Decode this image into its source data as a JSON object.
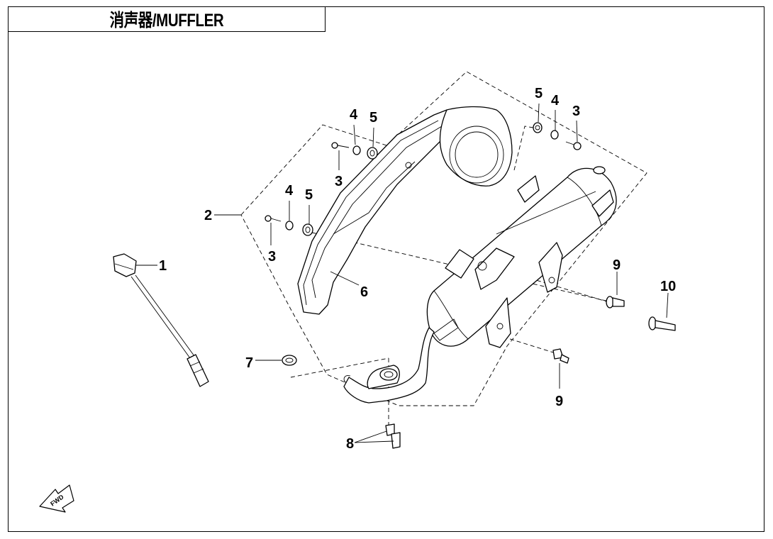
{
  "title": "消声器/MUFFLER",
  "callouts": {
    "c1": "1",
    "c2": "2",
    "c3a": "3",
    "c3b": "3",
    "c3c": "3",
    "c4a": "4",
    "c4b": "4",
    "c4c": "4",
    "c5a": "5",
    "c5b": "5",
    "c5c": "5",
    "c6": "6",
    "c7": "7",
    "c8": "8",
    "c9a": "9",
    "c9b": "9",
    "c10": "10"
  },
  "forward_marker": "FWD"
}
